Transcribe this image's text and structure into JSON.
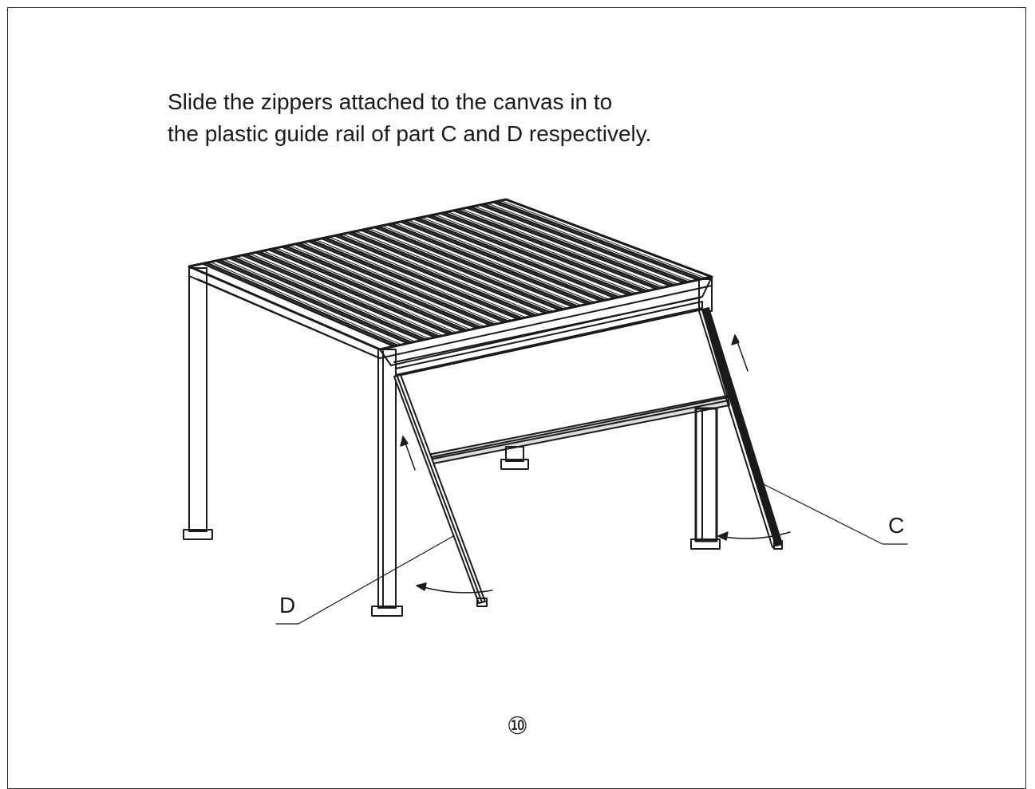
{
  "instruction": {
    "line1": "Slide the zippers attached to the canvas in to",
    "line2": "the plastic guide rail of part C and D respectively."
  },
  "labels": {
    "part_c": "C",
    "part_d": "D"
  },
  "page_number": "⑩"
}
